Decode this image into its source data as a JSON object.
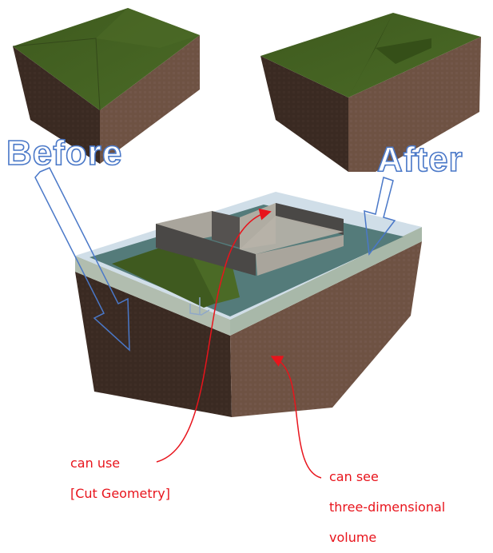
{
  "labels": {
    "before": "Before",
    "after": "After"
  },
  "annotations": {
    "cut_geometry": {
      "line1": "can use",
      "line2": "[Cut Geometry]"
    },
    "volume": {
      "line1": "can see",
      "line2": "three-dimensional",
      "line3": "volume"
    }
  },
  "colors": {
    "grass": "#3f5a1f",
    "soil_light": "#6e5243",
    "soil_dark": "#3a2a22",
    "outline_blue": "#4a78c8",
    "annotation_red": "#e8141c",
    "glass": "#c8d8e4"
  }
}
